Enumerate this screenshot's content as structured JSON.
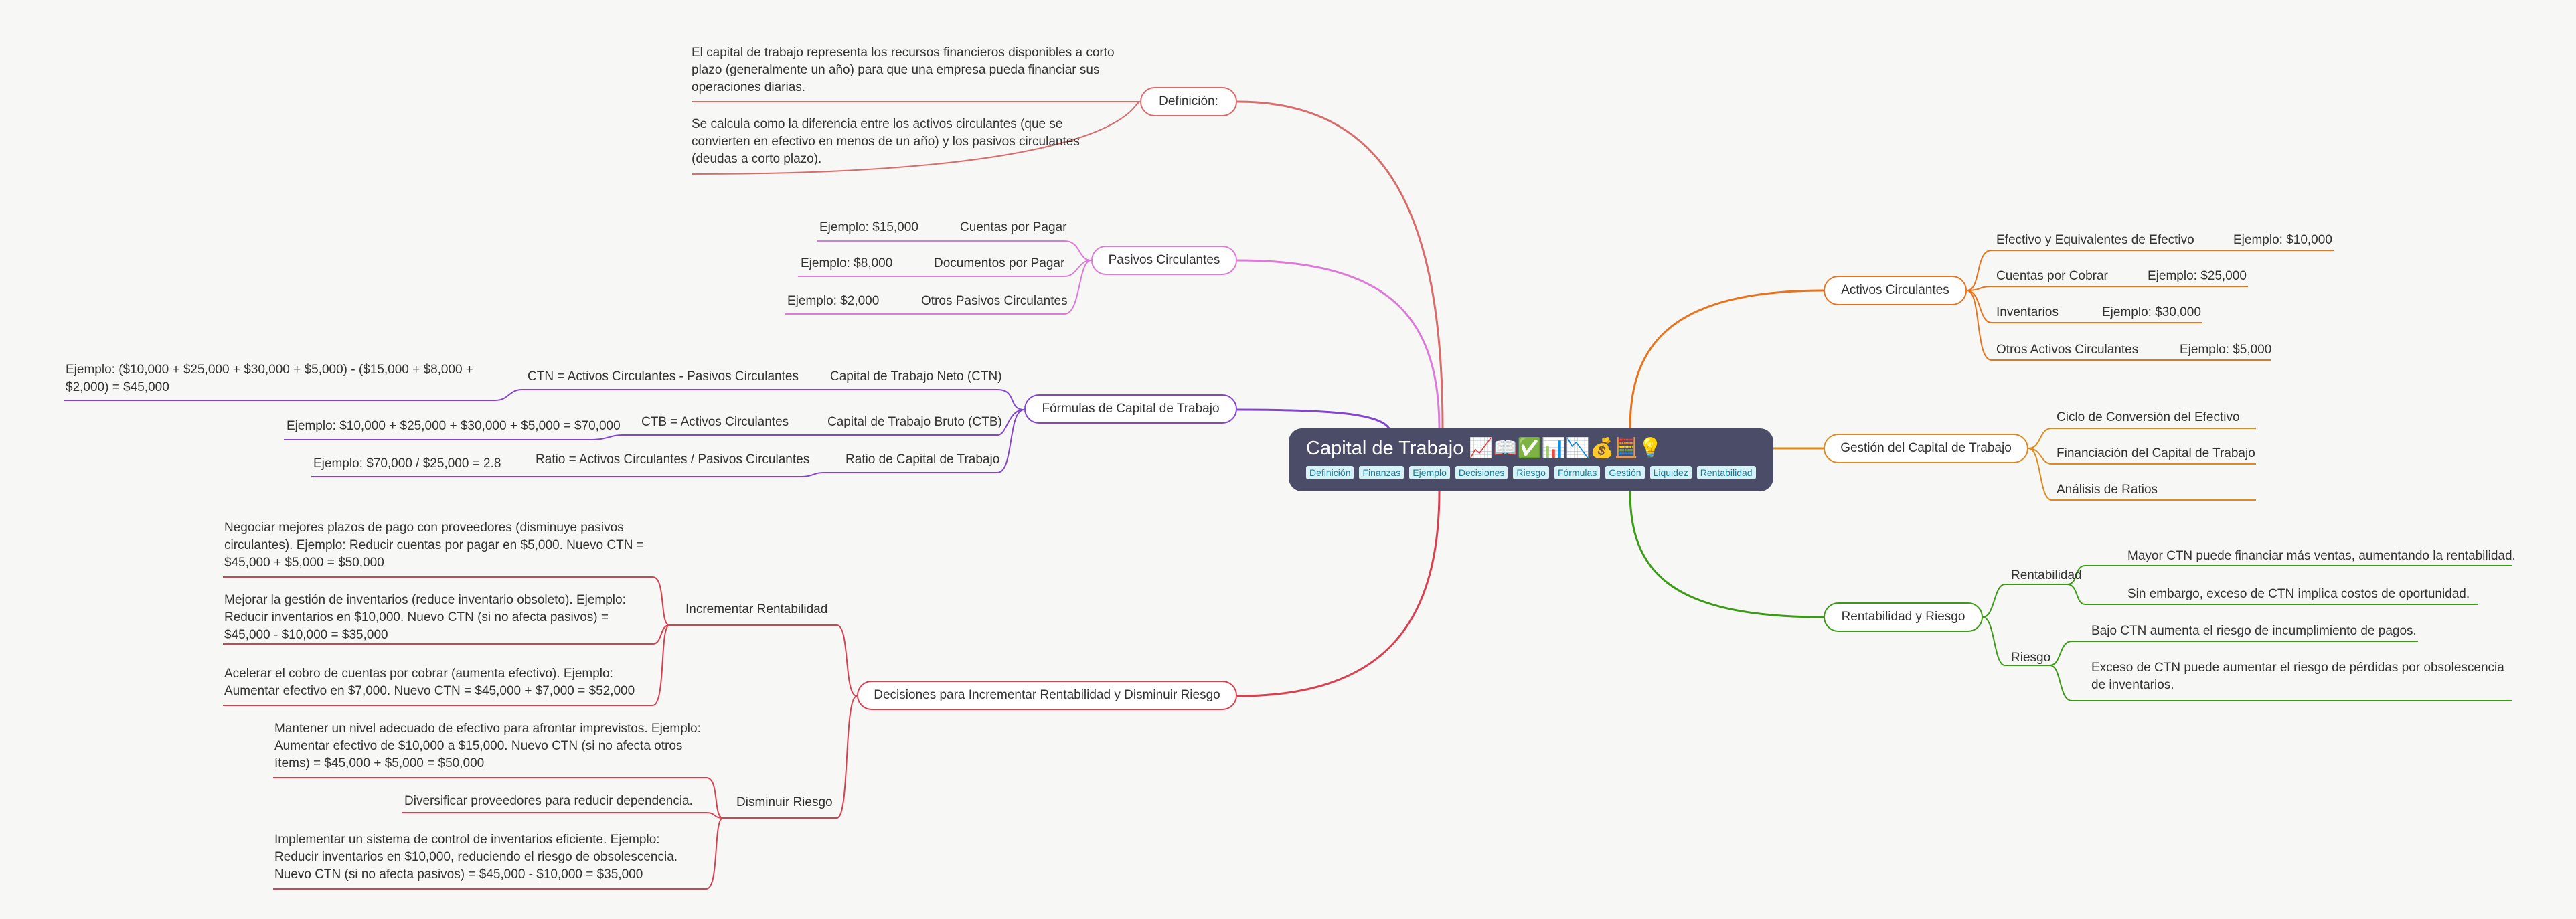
{
  "central": {
    "title": "Capital de Trabajo 📈📖✅📊📉💰🧮💡",
    "tags": [
      "Definición",
      "Finanzas",
      "Ejemplo",
      "Decisiones",
      "Riesgo",
      "Fórmulas",
      "Gestión",
      "Liquidez",
      "Rentabilidad"
    ]
  },
  "colors": {
    "definicion": "#d96b6b",
    "pasivos": "#dd7ad8",
    "formulas": "#8345d1",
    "decisiones": "#d9404f",
    "activos": "#e9731c",
    "gestion": "#dd8a1e",
    "rentabilidad": "#3b9a16"
  },
  "definicion": {
    "label": "Definición:",
    "p1": "El capital de trabajo representa los recursos financieros disponibles a corto plazo (generalmente un año) para que una empresa pueda financiar sus operaciones diarias.",
    "p2": "Se calcula como la diferencia entre los activos circulantes (que se convierten en efectivo en menos de un año) y los pasivos circulantes (deudas a corto plazo)."
  },
  "pasivos": {
    "label": "Pasivos Circulantes",
    "items": [
      {
        "name": "Cuentas por Pagar",
        "example": "Ejemplo: $15,000"
      },
      {
        "name": "Documentos por Pagar",
        "example": "Ejemplo: $8,000"
      },
      {
        "name": "Otros Pasivos Circulantes",
        "example": "Ejemplo: $2,000"
      }
    ]
  },
  "formulas": {
    "label": "Fórmulas de Capital de Trabajo",
    "items": [
      {
        "name": "Capital de Trabajo Neto (CTN)",
        "formula": "CTN = Activos Circulantes - Pasivos Circulantes",
        "example": "Ejemplo: ($10,000 + $25,000 + $30,000 + $5,000) - ($15,000 + $8,000 + $2,000) = $45,000"
      },
      {
        "name": "Capital de Trabajo Bruto (CTB)",
        "formula": "CTB = Activos Circulantes",
        "example": "Ejemplo: $10,000 + $25,000 + $30,000 + $5,000 = $70,000"
      },
      {
        "name": "Ratio de Capital de Trabajo",
        "formula": "Ratio = Activos Circulantes / Pasivos Circulantes",
        "example": "Ejemplo: $70,000 / $25,000 = 2.8"
      }
    ]
  },
  "decisiones": {
    "label": "Decisiones para Incrementar Rentabilidad y Disminuir Riesgo",
    "incrementar": {
      "label": "Incrementar Rentabilidad",
      "items": [
        "Negociar mejores plazos de pago con proveedores (disminuye pasivos circulantes).  Ejemplo: Reducir cuentas por pagar en $5,000.  Nuevo CTN = $45,000 + $5,000 = $50,000",
        "Mejorar la gestión de inventarios (reduce inventario obsoleto). Ejemplo: Reducir inventarios en $10,000. Nuevo CTN (si no afecta pasivos) = $45,000 - $10,000 = $35,000",
        "Acelerar el cobro de cuentas por cobrar (aumenta efectivo). Ejemplo: Aumentar efectivo en $7,000. Nuevo CTN = $45,000 + $7,000 = $52,000"
      ]
    },
    "disminuir": {
      "label": "Disminuir Riesgo",
      "items": [
        "Mantener un nivel adecuado de efectivo para afrontar imprevistos. Ejemplo: Aumentar efectivo de $10,000 a $15,000.  Nuevo CTN (si no afecta otros ítems) = $45,000 + $5,000 = $50,000",
        "Diversificar proveedores para reducir dependencia.",
        "Implementar un sistema de control de inventarios eficiente.  Ejemplo: Reducir inventarios en $10,000, reduciendo el riesgo de obsolescencia. Nuevo CTN (si no afecta pasivos) = $45,000 - $10,000 = $35,000"
      ]
    }
  },
  "activos": {
    "label": "Activos Circulantes",
    "items": [
      {
        "name": "Efectivo y Equivalentes de Efectivo",
        "example": "Ejemplo: $10,000"
      },
      {
        "name": "Cuentas por Cobrar",
        "example": "Ejemplo: $25,000"
      },
      {
        "name": "Inventarios",
        "example": "Ejemplo: $30,000"
      },
      {
        "name": "Otros Activos Circulantes",
        "example": "Ejemplo: $5,000"
      }
    ]
  },
  "gestion": {
    "label": "Gestión del Capital de Trabajo",
    "items": [
      "Ciclo de Conversión del Efectivo",
      "Financiación del Capital de Trabajo",
      "Análisis de Ratios"
    ]
  },
  "rentabilidad": {
    "label": "Rentabilidad y Riesgo",
    "rent": {
      "label": "Rentabilidad",
      "items": [
        "Mayor CTN puede financiar más ventas, aumentando la rentabilidad.",
        "Sin embargo, exceso de CTN implica costos de oportunidad."
      ]
    },
    "riesgo": {
      "label": "Riesgo",
      "items": [
        "Bajo CTN aumenta el riesgo de incumplimiento de pagos.",
        "Exceso de CTN puede aumentar el riesgo de pérdidas por obsolescencia de inventarios."
      ]
    }
  }
}
